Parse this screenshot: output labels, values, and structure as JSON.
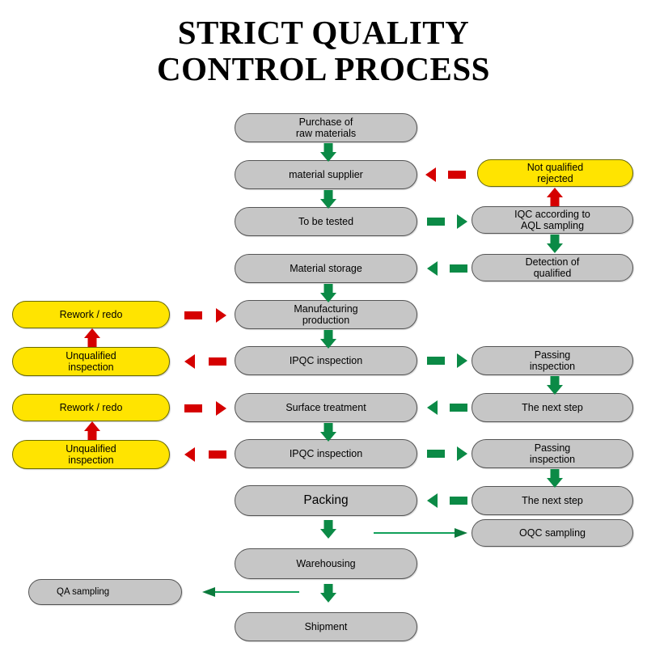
{
  "title": {
    "line1": "STRICT QUALITY",
    "line2": "CONTROL PROCESS"
  },
  "colors": {
    "box_gray": "#c6c6c6",
    "box_yellow": "#ffe400",
    "arrow_green": "#0b8a46",
    "arrow_red": "#d50000",
    "line_green": "#12a05a",
    "border": "#555555",
    "text": "#000000",
    "background": "#ffffff"
  },
  "nodes": {
    "purchase_raw_materials": "Purchase of\nraw materials",
    "material_supplier": "material supplier",
    "to_be_tested": "To be tested",
    "material_storage": "Material storage",
    "manufacturing_production": "Manufacturing\nproduction",
    "ipqc_inspection_1": "IPQC inspection",
    "surface_treatment": "Surface treatment",
    "ipqc_inspection_2": "IPQC inspection",
    "packing": "Packing",
    "warehousing": "Warehousing",
    "shipment": "Shipment",
    "not_qualified_rejected": "Not qualified\nrejected",
    "iqc_aql_sampling": "IQC according to\nAQL sampling",
    "detection_of_qualified": "Detection of\nqualified",
    "passing_inspection_1": "Passing\ninspection",
    "the_next_step_1": "The next step",
    "passing_inspection_2": "Passing\ninspection",
    "the_next_step_2": "The next step",
    "oqc_sampling": "OQC sampling",
    "rework_redo_1": "Rework / redo",
    "unqualified_inspection_1": "Unqualified\ninspection",
    "rework_redo_2": "Rework / redo",
    "unqualified_inspection_2": "Unqualified\ninspection",
    "qa_sampling": "QA sampling"
  },
  "flow": {
    "center_chain": [
      "Purchase of raw materials",
      "material supplier",
      "To be tested",
      "Material storage",
      "Manufacturing production",
      "IPQC inspection",
      "Surface treatment",
      "IPQC inspection",
      "Packing",
      "Warehousing",
      "Shipment"
    ],
    "arrow_directions": [
      "down",
      "down",
      "down",
      "down",
      "down",
      "down",
      "down",
      "down",
      "down",
      "down",
      "left",
      "right",
      "left",
      "right",
      "left",
      "right",
      "left",
      "right",
      "left",
      "up",
      "up",
      "up"
    ]
  }
}
